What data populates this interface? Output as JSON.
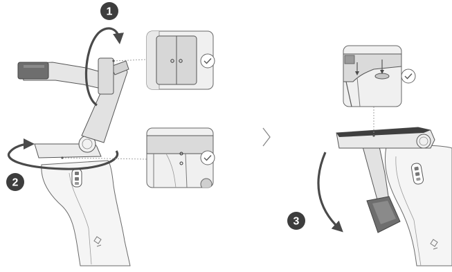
{
  "steps": [
    {
      "number": "1",
      "action": "rotate-clockwise-vertical"
    },
    {
      "number": "2",
      "action": "rotate-horizontal"
    },
    {
      "number": "3",
      "action": "fold-down"
    }
  ],
  "callouts": [
    {
      "detail": "phone-clamp-alignment-marks",
      "status": "check-icon"
    },
    {
      "detail": "pan-arm-alignment-marks",
      "status": "check-icon"
    },
    {
      "detail": "folded-clamp-alignment-marks",
      "status": "check-icon"
    }
  ],
  "separator": "chevron-right-icon",
  "colors": {
    "step_badge": "#3d3d3d",
    "arrow": "#4a4a4a",
    "outline": "#555555",
    "body_fill": "#f5f5f5",
    "arm_fill": "#e2e2e2",
    "clamp_fill": "#6e6e6e",
    "detail_bg": "#dcdcdc",
    "leader_line": "#999999"
  }
}
